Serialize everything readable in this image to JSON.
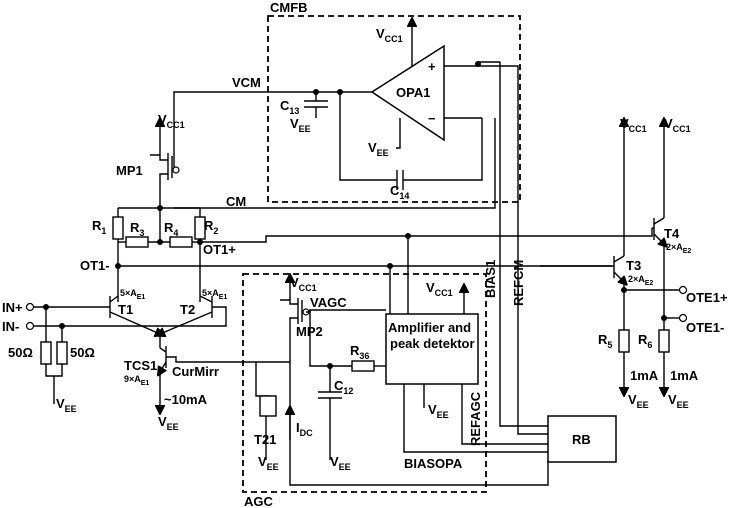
{
  "blocks": {
    "cmfb": "CMFB",
    "agc": "AGC",
    "amp_line1": "Amplifier and",
    "amp_line2": "peak detektor",
    "rb": "RB",
    "opa": "OPA1"
  },
  "labels": {
    "vcc1": "V",
    "vcc1_sub": "CC1",
    "vee": "V",
    "vee_sub": "EE",
    "vcm": "VCM",
    "cm": "CM",
    "c13": "C",
    "c13_sub": "13",
    "c14": "C",
    "c14_sub": "14",
    "c12": "C",
    "c12_sub": "12",
    "mp1": "MP1",
    "mp2": "MP2",
    "vagc": "VAGC",
    "r1": "R",
    "r1_sub": "1",
    "r2": "R",
    "r2_sub": "2",
    "r3": "R",
    "r3_sub": "3",
    "r4": "R",
    "r4_sub": "4",
    "r5": "R",
    "r5_sub": "5",
    "r6": "R",
    "r6_sub": "6",
    "r36": "R",
    "r36_sub": "36",
    "ot1p": "OT1+",
    "ot1m": "OT1-",
    "inp": "IN+",
    "inm": "IN-",
    "r50a": "50Ω",
    "r50b": "50Ω",
    "t1": "T1",
    "t2": "T2",
    "t3": "T3",
    "t4": "T4",
    "t21": "T21",
    "tcs1": "TCS1",
    "area5_t1": "5×A",
    "area5_t1_sub": "E1",
    "area5_t2": "5×A",
    "area5_t2_sub": "E1",
    "area9": "9×A",
    "area9_sub": "E1",
    "area2_t3": "2×A",
    "area2_t3_sub": "E2",
    "area2_t4": "2×A",
    "area2_t4_sub": "E2",
    "curmirr": "CurMirr",
    "i10ma": "~10mA",
    "idc": "I",
    "idc_sub": "DC",
    "bias1": "BIAS1",
    "refcm": "REFCM",
    "refagc": "REFAGC",
    "biasopa": "BIASOPA",
    "ote1p": "OTE1+",
    "ote1m": "OTE1-",
    "i1ma_a": "1mA",
    "i1ma_b": "1mA",
    "plus": "+",
    "minus": "−"
  }
}
